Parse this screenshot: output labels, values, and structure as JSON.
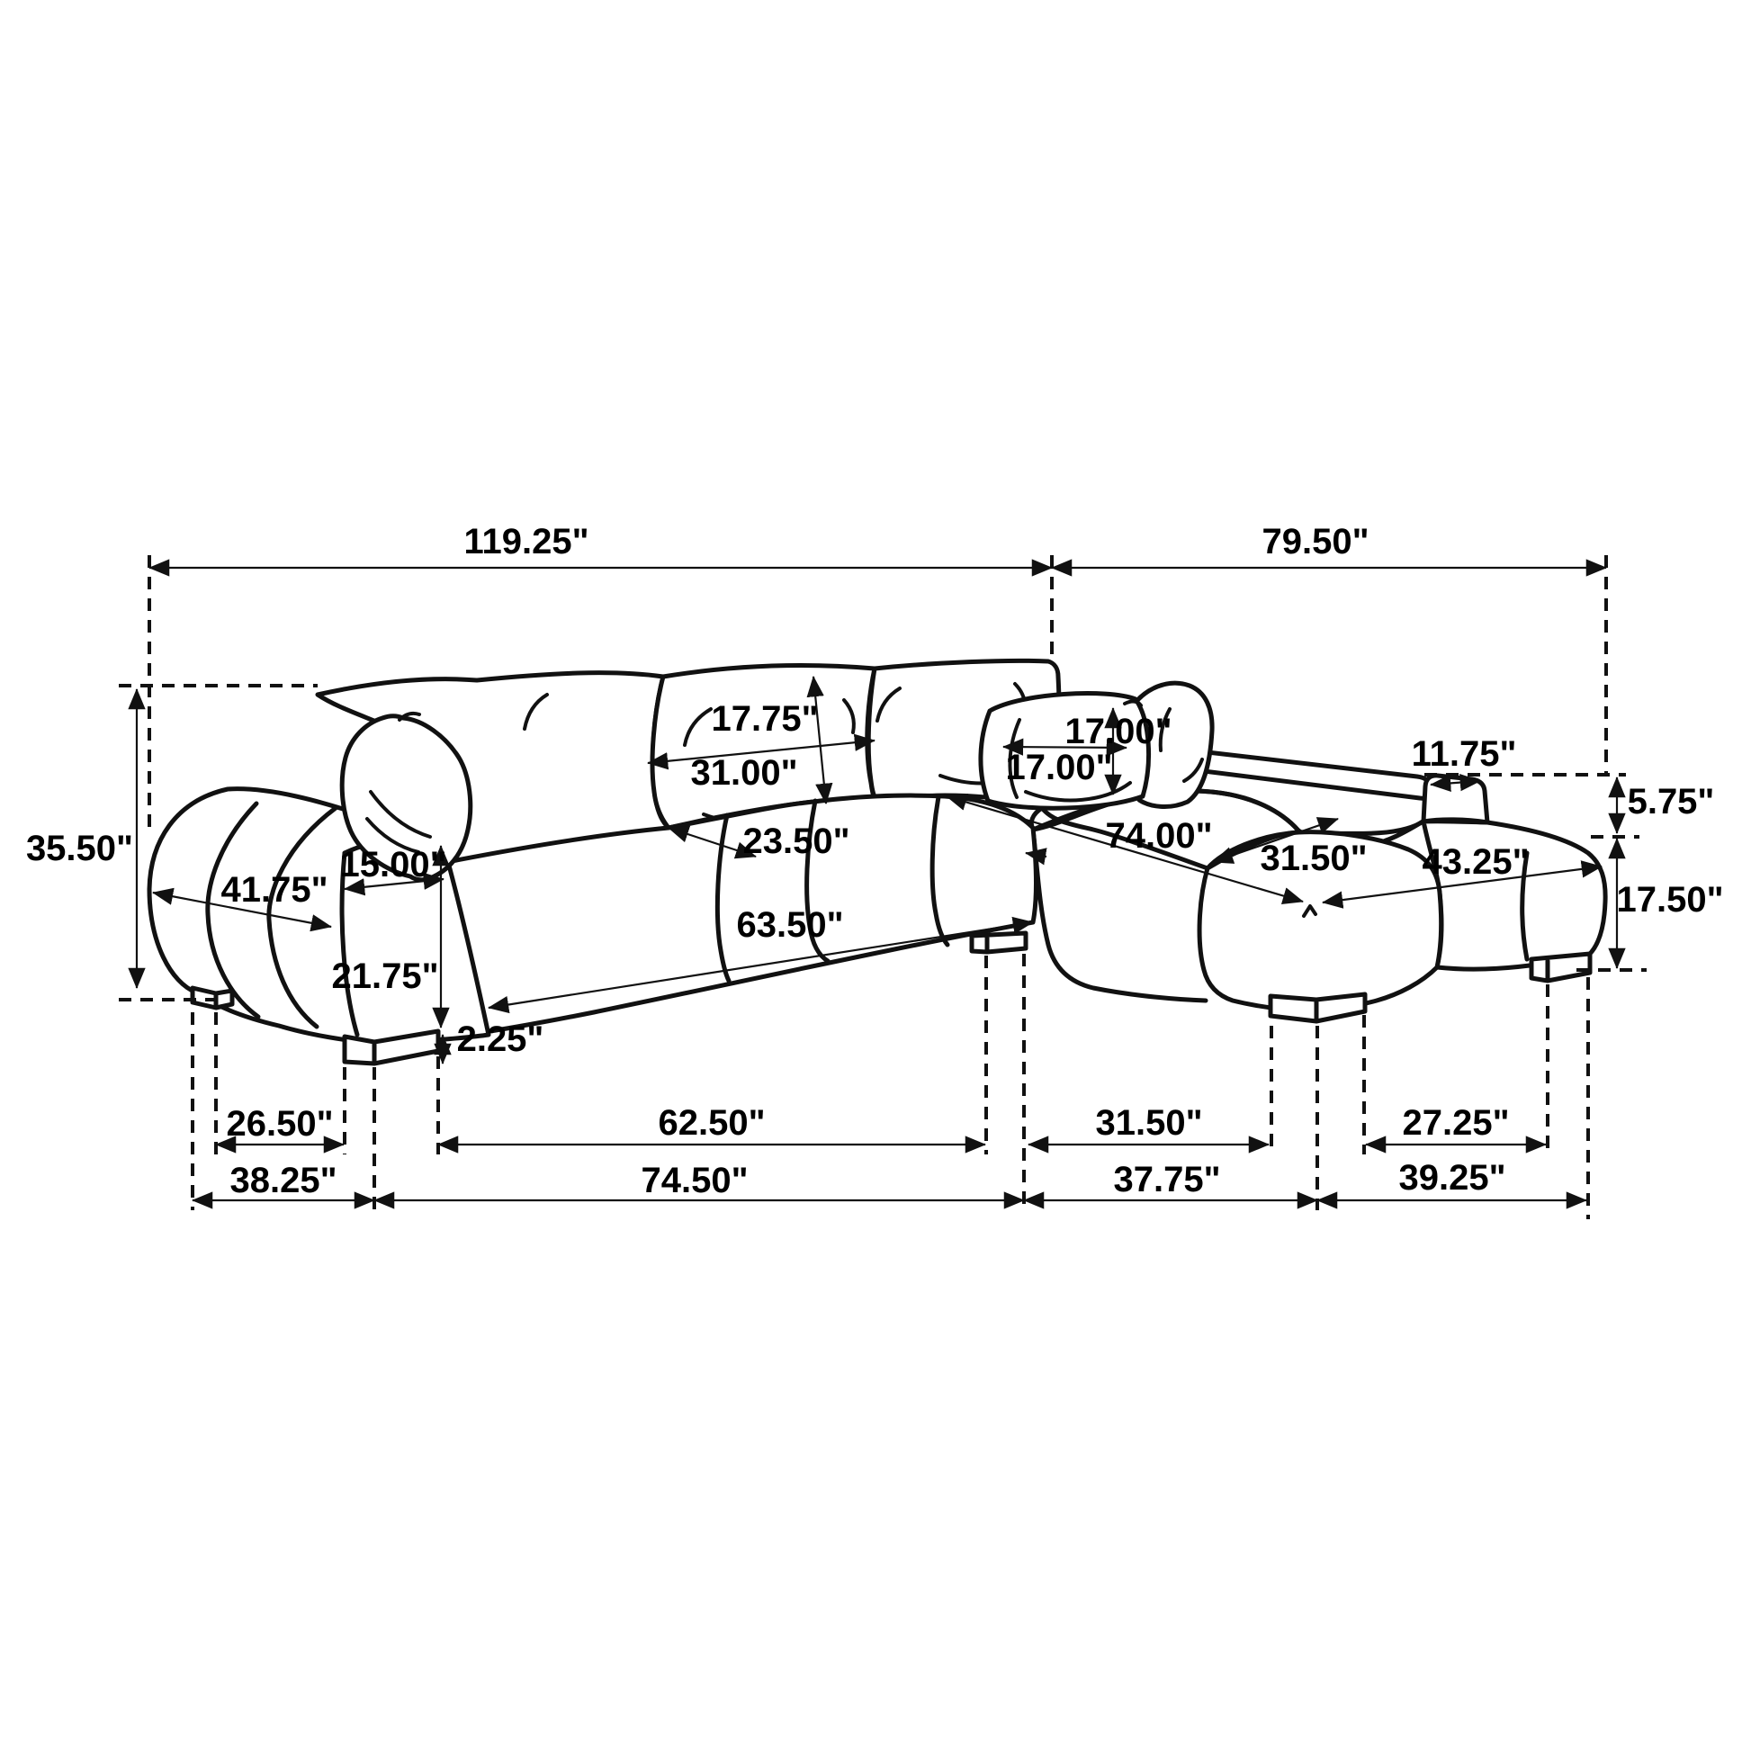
{
  "diagram": {
    "type": "furniture-dimension-diagram",
    "subject": "sectional sofa with chaise - dimension schematic",
    "unit": "inches",
    "dims": {
      "total_left": "119.25\"",
      "total_right": "79.50\"",
      "height_overall": "35.50\"",
      "arm_diag": "41.75\"",
      "arm_top": "15.00\"",
      "arm_front_height": "21.75\"",
      "leg_height": "2.25\"",
      "back_cushion_h": "17.75\"",
      "back_cushion_w": "31.00\"",
      "seat_depth": "23.50\"",
      "seat_width": "63.50\"",
      "chaise_depth": "74.00\"",
      "chaise_cushion_w": "31.50\"",
      "chaise_front_w": "43.25\"",
      "pillow_w": "17.00\"",
      "pillow_h": "17.00\"",
      "arm_right_top": "11.75\"",
      "back_drop": "5.75\"",
      "seat_height_right": "17.50\"",
      "legspan_arm": "26.50\"",
      "legspan_arm_out": "38.25\"",
      "legspan_seat": "62.50\"",
      "legspan_seat_out": "74.50\"",
      "legspan_chaise": "31.50\"",
      "legspan_chaise_out": "37.75\"",
      "legspan_right": "27.25\"",
      "legspan_right_out": "39.25\""
    }
  }
}
